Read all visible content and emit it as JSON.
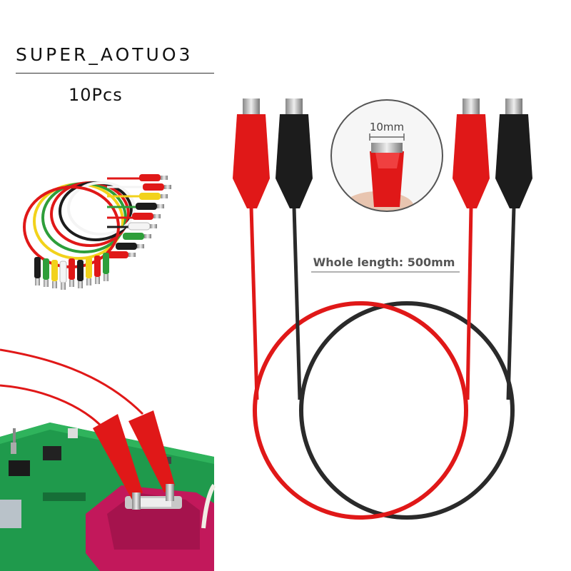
{
  "brand": {
    "name": "SUPER_AOTUO3",
    "quantity": "10Pcs"
  },
  "labels": {
    "clip_size": "10mm",
    "whole_length": "Whole length: 500mm"
  },
  "colors": {
    "red": "#e01818",
    "black": "#1c1c1c",
    "pcb_green": "#1f9a4c",
    "holder_magenta": "#c2185b",
    "yellow": "#f2d21b",
    "green": "#2e9e3a",
    "white": "#f4f4f4"
  }
}
